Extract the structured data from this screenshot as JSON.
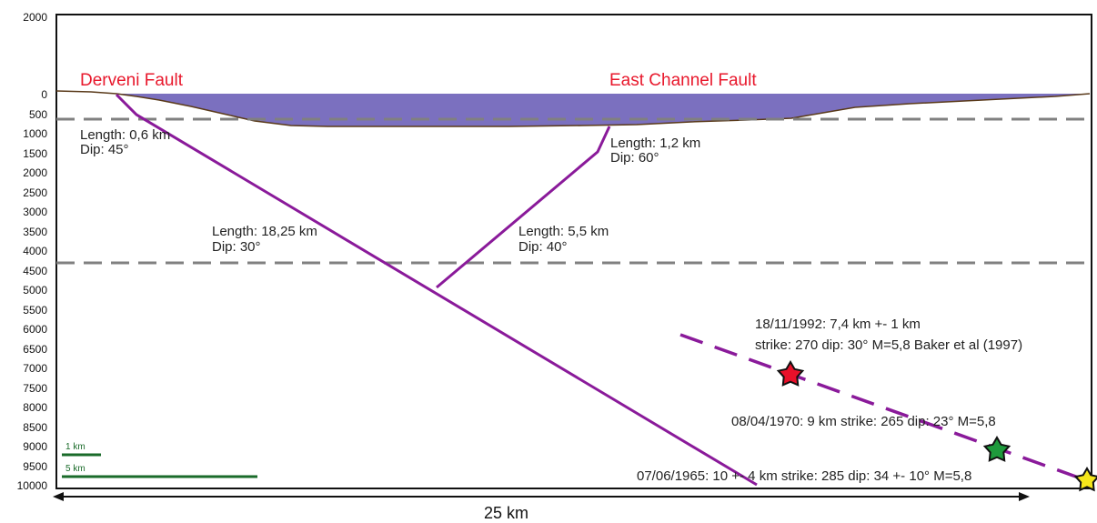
{
  "y_axis": {
    "ticks": [
      "2000",
      "0",
      "500",
      "1000",
      "1500",
      "2000",
      "2500",
      "3000",
      "3500",
      "4000",
      "4500",
      "5000",
      "5500",
      "6000",
      "6500",
      "7000",
      "7500",
      "8000",
      "8500",
      "9000",
      "9500",
      "10000"
    ]
  },
  "faults": {
    "derveni": {
      "name": "Derveni Fault",
      "upper_length": "Length: 0,6 km",
      "upper_dip": "Dip: 45°",
      "main_length": "Length: 18,25 km",
      "main_dip": "Dip: 30°"
    },
    "east_channel": {
      "name": "East Channel Fault",
      "upper_length": "Length: 1,2 km",
      "upper_dip": "Dip: 60°",
      "main_length": "Length: 5,5 km",
      "main_dip": "Dip: 40°"
    }
  },
  "earthquakes": [
    {
      "line1": "18/11/1992: 7,4 km +- 1 km",
      "line2": "strike: 270 dip: 30° M=5,8 Baker et al (1997)",
      "color": "#e8102a"
    },
    {
      "line1": "08/04/1970: 9 km  strike: 265 dip: 23° M=5,8",
      "color": "#1e9a3c"
    },
    {
      "line1": "07/06/1965: 10 +- 4 km  strike: 285 dip: 34 +- 10° M=5,8",
      "color": "#f5e61a"
    }
  ],
  "scale_bars": {
    "small": "1 km",
    "large": "5 km"
  },
  "distance_label": "25 km",
  "colors": {
    "water": "#7b70bf",
    "fault": "#8a1a9a",
    "scale": "#1a6b2a",
    "fault_label": "#e8182c"
  }
}
